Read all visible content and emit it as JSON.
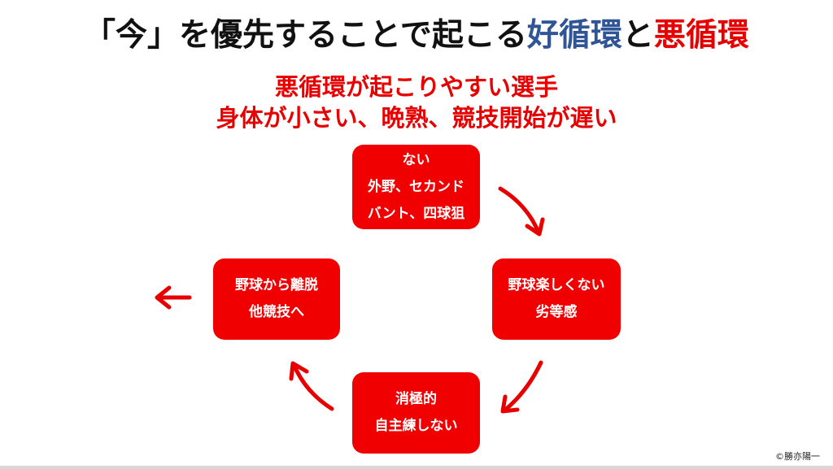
{
  "title": {
    "part1": "「今」を優先することで起こる",
    "good": "好循環",
    "mid": "と",
    "bad": "悪循環"
  },
  "subtitle": {
    "line1": "悪循環が起こりやすい選手",
    "line2": "身体が小さい、晩熟、競技開始が遅い"
  },
  "boxes": {
    "top": [
      "ない",
      "外野、セカンド",
      "バント、四球狙"
    ],
    "right": [
      "野球楽しくない",
      "劣等感"
    ],
    "bottom": [
      "消極的",
      "自主練しない"
    ],
    "left": [
      "野球から離脱",
      "他競技へ"
    ]
  },
  "copyright": "©勝亦陽一",
  "colors": {
    "red": "#e60000",
    "blue": "#2f5597"
  }
}
